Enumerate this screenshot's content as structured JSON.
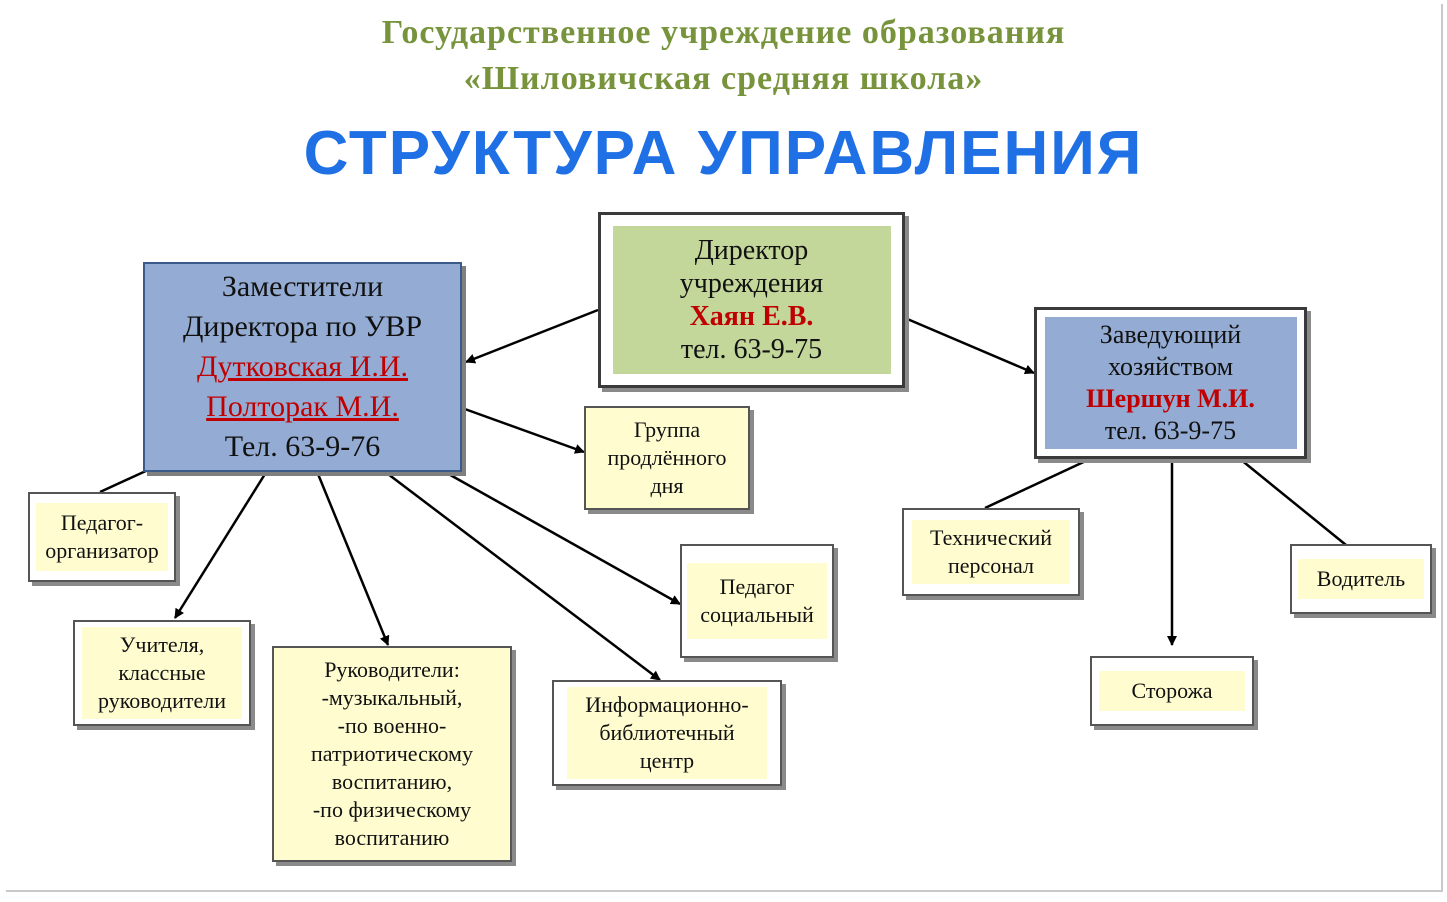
{
  "header": {
    "subtitle_line1": "Государственное учреждение образования",
    "subtitle_line2": "«Шиловичская средняя школа»",
    "title": "СТРУКТУРА УПРАВЛЕНИЯ"
  },
  "colors": {
    "subtitle": "#77933c",
    "title": "#1f6fe5",
    "director_fill": "#c4d79b",
    "deputies_fill": "#94acd3",
    "small_fill": "#fffdd0",
    "name_red": "#c00000"
  },
  "nodes": {
    "director": {
      "line1": "Директор",
      "line2": "учреждения",
      "name": "Хаян Е.В.",
      "phone": "тел. 63-9-75"
    },
    "deputies": {
      "line1": "Заместители",
      "line2": "Директора по УВР",
      "name1": "Дутковская И.И.",
      "name2": "Полторак М.И.",
      "phone": "Тел. 63-9-76"
    },
    "household_head": {
      "line1": "Заведующий",
      "line2": "хозяйством",
      "name": "Шершун М.И.",
      "phone": "тел. 63-9-75"
    },
    "extended_day_group": {
      "lines": [
        "Группа",
        "продлённого",
        "дня"
      ]
    },
    "organizer": {
      "lines": [
        "Педагог-",
        "организатор"
      ]
    },
    "teachers": {
      "lines": [
        "Учителя,",
        "классные",
        "руководители"
      ]
    },
    "leaders": {
      "lines": [
        "Руководители:",
        "-музыкальный,",
        "-по военно-",
        "патриотическому",
        "воспитанию,",
        "-по физическому",
        "воспитанию"
      ]
    },
    "library_center": {
      "lines": [
        "Информационно-",
        "библиотечный",
        "центр"
      ]
    },
    "social_pedagogue": {
      "lines": [
        "Педагог",
        "социальный"
      ]
    },
    "technical_staff": {
      "lines": [
        "Технический",
        "персонал"
      ]
    },
    "watchmen": {
      "lines": [
        "Сторожа"
      ]
    },
    "driver": {
      "lines": [
        "Водитель"
      ]
    }
  },
  "edges": [
    {
      "from": "director",
      "to": "deputies"
    },
    {
      "from": "director",
      "to": "household_head"
    },
    {
      "from": "deputies",
      "to": "extended_day_group"
    },
    {
      "from": "deputies",
      "to": "organizer"
    },
    {
      "from": "deputies",
      "to": "teachers"
    },
    {
      "from": "deputies",
      "to": "leaders"
    },
    {
      "from": "deputies",
      "to": "library_center"
    },
    {
      "from": "deputies",
      "to": "social_pedagogue"
    },
    {
      "from": "household_head",
      "to": "technical_staff"
    },
    {
      "from": "household_head",
      "to": "watchmen"
    },
    {
      "from": "household_head",
      "to": "driver"
    }
  ]
}
